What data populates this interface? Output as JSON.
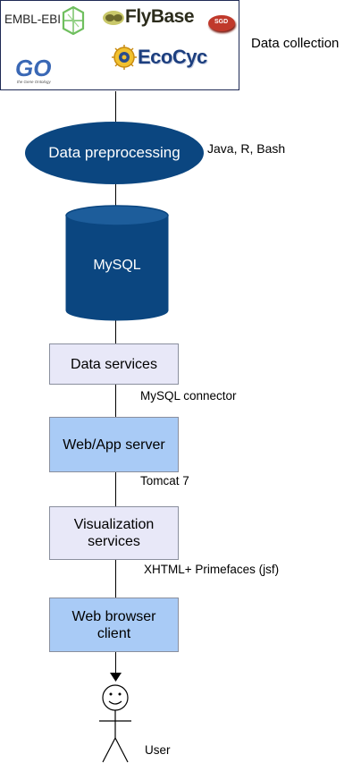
{
  "logos": {
    "ebi": "EMBL-EBI",
    "flybase": "FlyBase",
    "sgd": "SGD",
    "go": "GO",
    "go_sub": "the Gene Ontology",
    "ecocyc": "EcoCyc"
  },
  "collection_label": "Data collection",
  "preprocessing": {
    "label": "Data preprocessing",
    "tools": "Java, R, Bash"
  },
  "database": {
    "label": "MySQL"
  },
  "data_services": {
    "label": "Data services",
    "connector": "MySQL connector"
  },
  "web_app_server": {
    "label": "Web/App server",
    "container": "Tomcat 7"
  },
  "visualization": {
    "line1": "Visualization",
    "line2": "services",
    "tech": "XHTML+ Primefaces (jsf)"
  },
  "browser": {
    "line1": "Web browser",
    "line2": "client"
  },
  "user": {
    "label": "User"
  },
  "colors": {
    "dark_blue": "#0b4680",
    "light_box": "#e8e8f8",
    "blue_box": "#a9cbf6"
  }
}
